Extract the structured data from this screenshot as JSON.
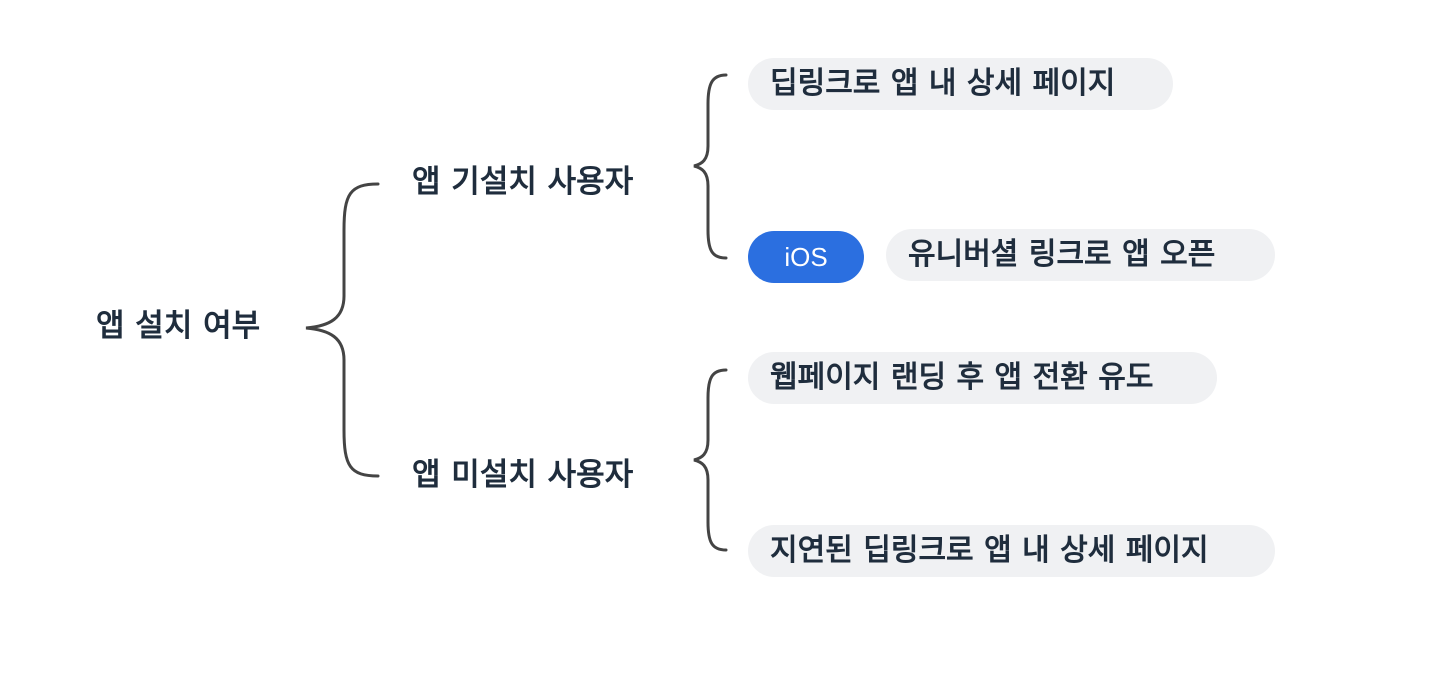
{
  "root": {
    "label": "앱 설치 여부"
  },
  "branches": [
    {
      "label": "앱 기설치 사용자",
      "leaves": [
        {
          "label": "딥링크로 앱 내 상세 페이지"
        },
        {
          "tag": "iOS",
          "label": "유니버셜 링크로 앱 오픈"
        }
      ]
    },
    {
      "label": "앱 미설치 사용자",
      "leaves": [
        {
          "label": "웹페이지 랜딩 후 앱 전환 유도"
        },
        {
          "label": "지연된 딥링크로 앱 내 상세 페이지"
        }
      ]
    }
  ],
  "colors": {
    "text": "#1f2d3d",
    "pill_background": "#f0f1f3",
    "tag_background": "#2b6fe0",
    "brace": "#444444"
  }
}
